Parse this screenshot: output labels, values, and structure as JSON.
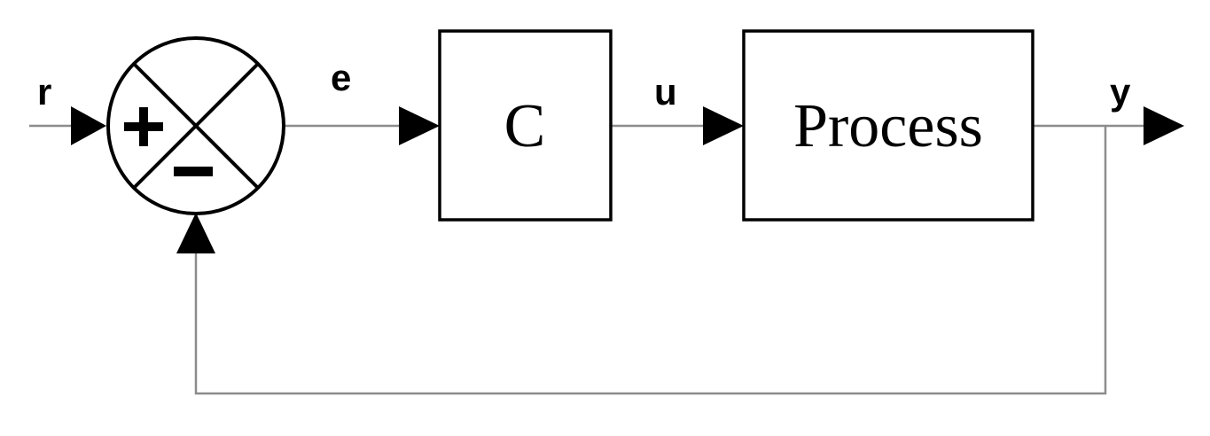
{
  "signals": {
    "reference": "r",
    "error": "e",
    "control": "u",
    "output": "y"
  },
  "blocks": {
    "controller": "C",
    "plant": "Process"
  },
  "summing_junction": {
    "plus_sign": "+",
    "minus_sign": "−"
  },
  "colors": {
    "lines": "#000000",
    "wires": "#8c8c8c",
    "background": "#ffffff"
  }
}
